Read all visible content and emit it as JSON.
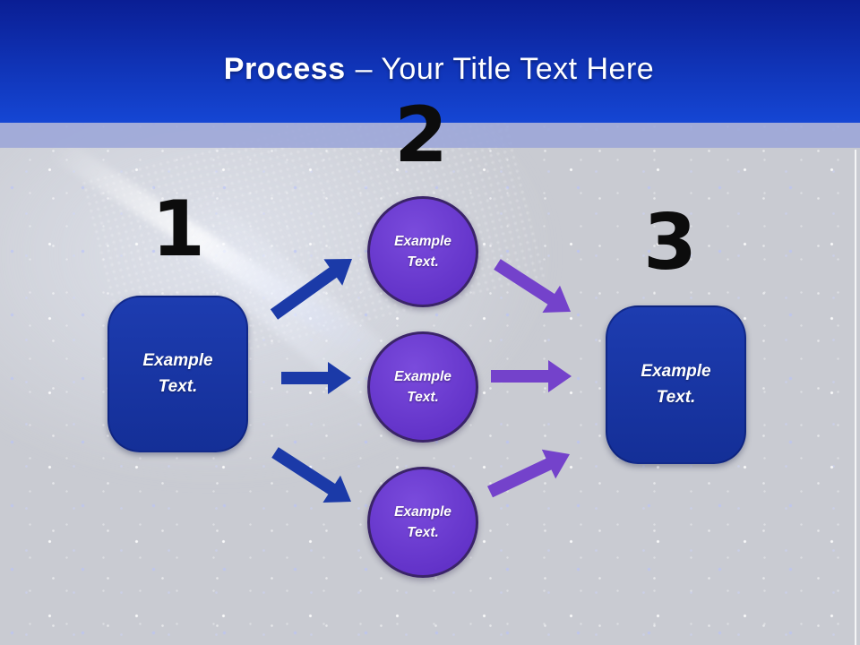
{
  "title": {
    "emphasis": "Process",
    "rest": "– Your Title Text Here"
  },
  "steps": [
    {
      "number": "1",
      "shape": "rounded-box",
      "label": "Example Text."
    },
    {
      "number": "2",
      "shape": "circle-group",
      "labels": [
        "Example Text.",
        "Example Text.",
        "Example Text."
      ]
    },
    {
      "number": "3",
      "shape": "rounded-box",
      "label": "Example Text."
    }
  ],
  "colors": {
    "background": "#c9cbd2",
    "header_top": "#0a1e94",
    "header_bottom": "#1546d4",
    "band": "#9aa4d8",
    "title_color": "#ffffff",
    "number_color": "#0c0c0c",
    "box_fill": "#142f97",
    "box_fill_light": "#1d3cb0",
    "circle_fill": "#6232c8",
    "circle_fill_light": "#7a4bdc",
    "circle_border": "#3a2468",
    "arrow_left": "#1b3aa8",
    "arrow_right": "#7442cb",
    "label_color": "#ffffff"
  }
}
